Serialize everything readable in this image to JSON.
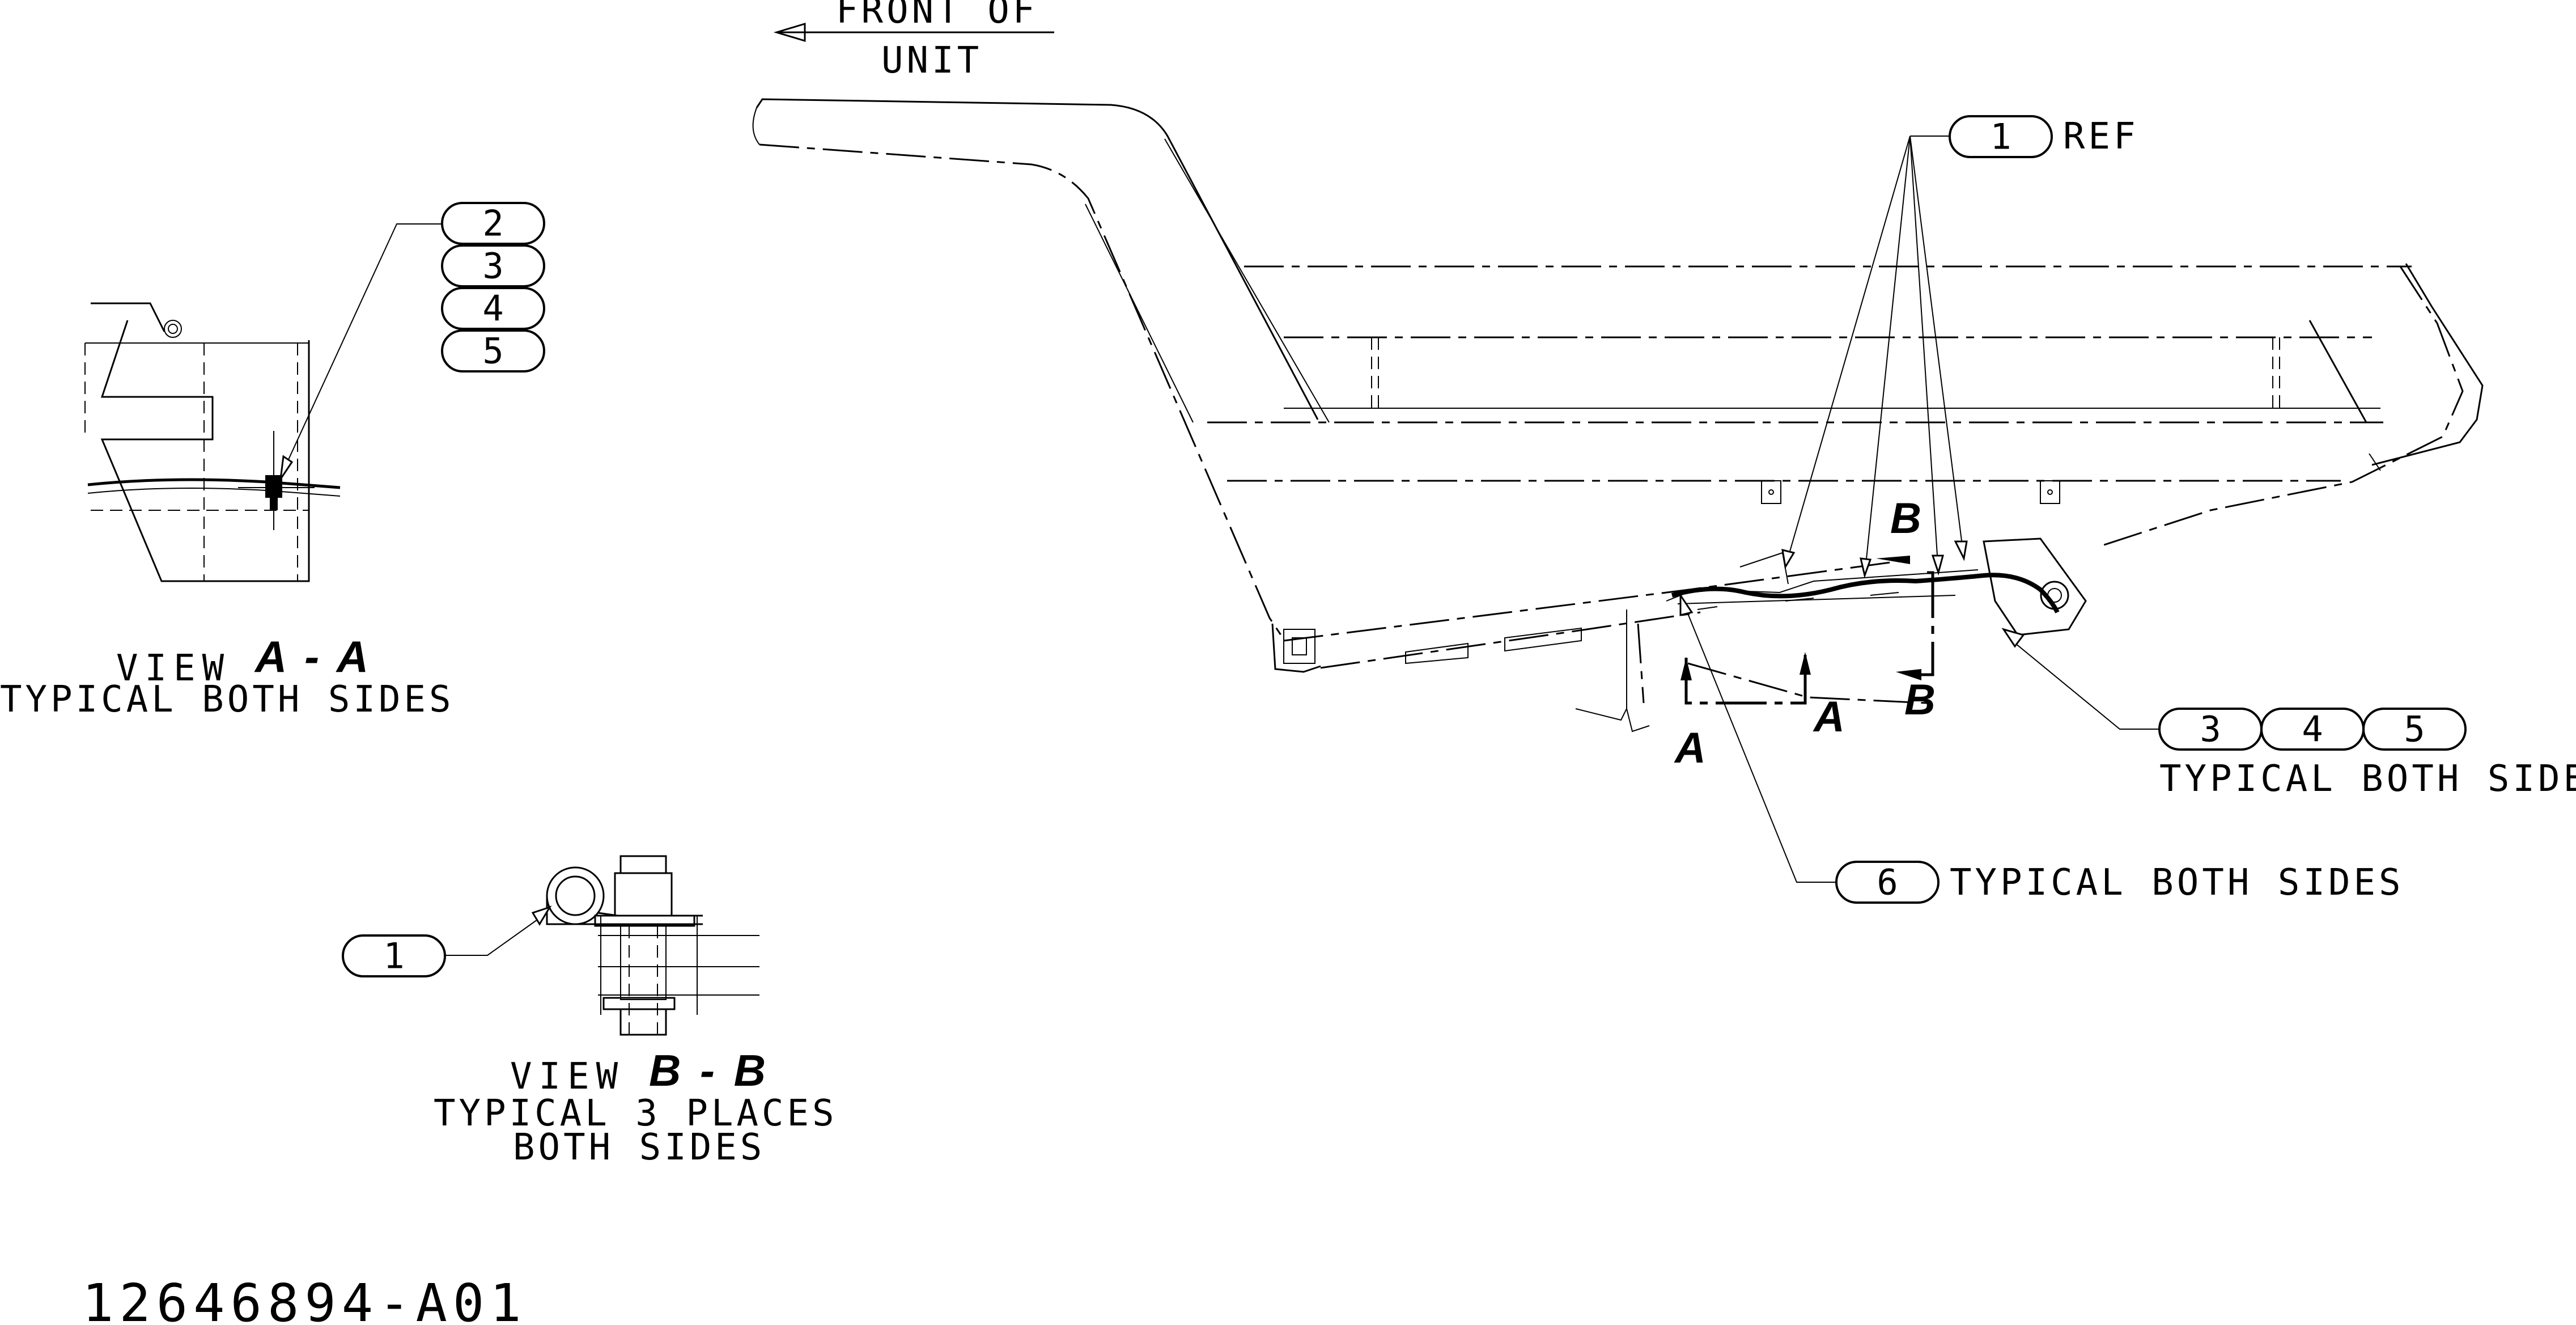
{
  "front_of_unit": {
    "line1": "FRONT OF",
    "line2": "UNIT"
  },
  "main_view": {
    "ref_callout": {
      "number": "1",
      "suffix": "REF"
    },
    "callout_345": {
      "numbers": [
        "3",
        "4",
        "5"
      ],
      "note": "TYPICAL BOTH SIDES"
    },
    "callout_6": {
      "number": "6",
      "note": "TYPICAL BOTH SIDES"
    },
    "section_markers": [
      "A",
      "A",
      "B",
      "B"
    ]
  },
  "view_aa": {
    "title_prefix": "VIEW",
    "title_section": "A - A",
    "subtitle": "TYPICAL BOTH SIDES",
    "callouts": [
      "2",
      "3",
      "4",
      "5"
    ]
  },
  "view_bb": {
    "title_prefix": "VIEW",
    "title_section": "B - B",
    "subtitle_line1": "TYPICAL 3 PLACES",
    "subtitle_line2": "BOTH SIDES",
    "callout": "1"
  },
  "drawing_number": "12646894-A01"
}
